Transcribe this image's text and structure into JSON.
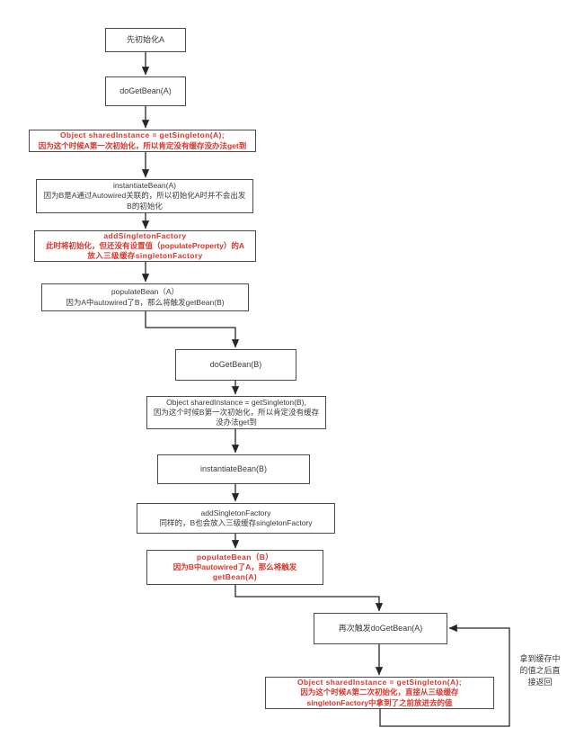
{
  "diagram": {
    "kind": "flowchart",
    "topic": "Spring bean circular dependency initialization flow (A and B)",
    "nodes": {
      "init_a": {
        "emphasis": false,
        "lines": [
          "先初始化A"
        ]
      },
      "dogetbean_a": {
        "emphasis": false,
        "lines": [
          "doGetBean(A)"
        ]
      },
      "getsingleton_a": {
        "emphasis": true,
        "lines": [
          "Object sharedInstance = getSingleton(A);",
          "因为这个时候A第一次初始化，所以肯定没有缓存没办法get到"
        ]
      },
      "instantiate_a": {
        "emphasis": false,
        "lines": [
          "instantiateBean(A)",
          "因为B是A通过Autowired关联的，所以初始化A时并不会出发",
          "B的初始化"
        ]
      },
      "addsingletonfactory_a": {
        "emphasis": true,
        "lines": [
          "addSingletonFactory",
          "此时将初始化，但还没有设置值（populateProperty）的A",
          "放入三级缓存singletonFactory"
        ]
      },
      "populate_a": {
        "emphasis": false,
        "lines": [
          "populateBean（A）",
          "因为A中autowired了B，那么将触发getBean(B)"
        ]
      },
      "dogetbean_b": {
        "emphasis": false,
        "lines": [
          "doGetBean(B)"
        ]
      },
      "getsingleton_b": {
        "emphasis": false,
        "lines": [
          "Object sharedInstance = getSingleton(B),",
          "因为这个时候B第一次初始化，所以肯定没有缓存",
          "没办法get到"
        ]
      },
      "instantiate_b": {
        "emphasis": false,
        "lines": [
          "instantiateBean(B)"
        ]
      },
      "addsingletonfactory_b": {
        "emphasis": false,
        "lines": [
          "addSingletonFactory",
          "同样的，B也会放入三级缓存singletonFactory"
        ]
      },
      "populate_b": {
        "emphasis": true,
        "lines": [
          "populateBean（B）",
          "因为B中autowired了A，那么将触发",
          "getBean(A)"
        ]
      },
      "dogetbean_a_again": {
        "emphasis": false,
        "lines": [
          "再次触发doGetBean(A)"
        ]
      },
      "getsingleton_a_second": {
        "emphasis": true,
        "lines": [
          "Object sharedInstance = getSingleton(A);",
          "因为这个时候A第二次初始化，直接从三级缓存",
          "singletonFactory中拿到了之前放进去的值"
        ]
      }
    },
    "side_note": {
      "lines": [
        "拿到缓存中",
        "的值之后直",
        "接返回"
      ]
    }
  },
  "colors": {
    "box_border": "#4a4a4a",
    "text": "#3a3a3a",
    "highlight_red": "#d9342b",
    "line": "#262626",
    "background": "#ffffff"
  }
}
